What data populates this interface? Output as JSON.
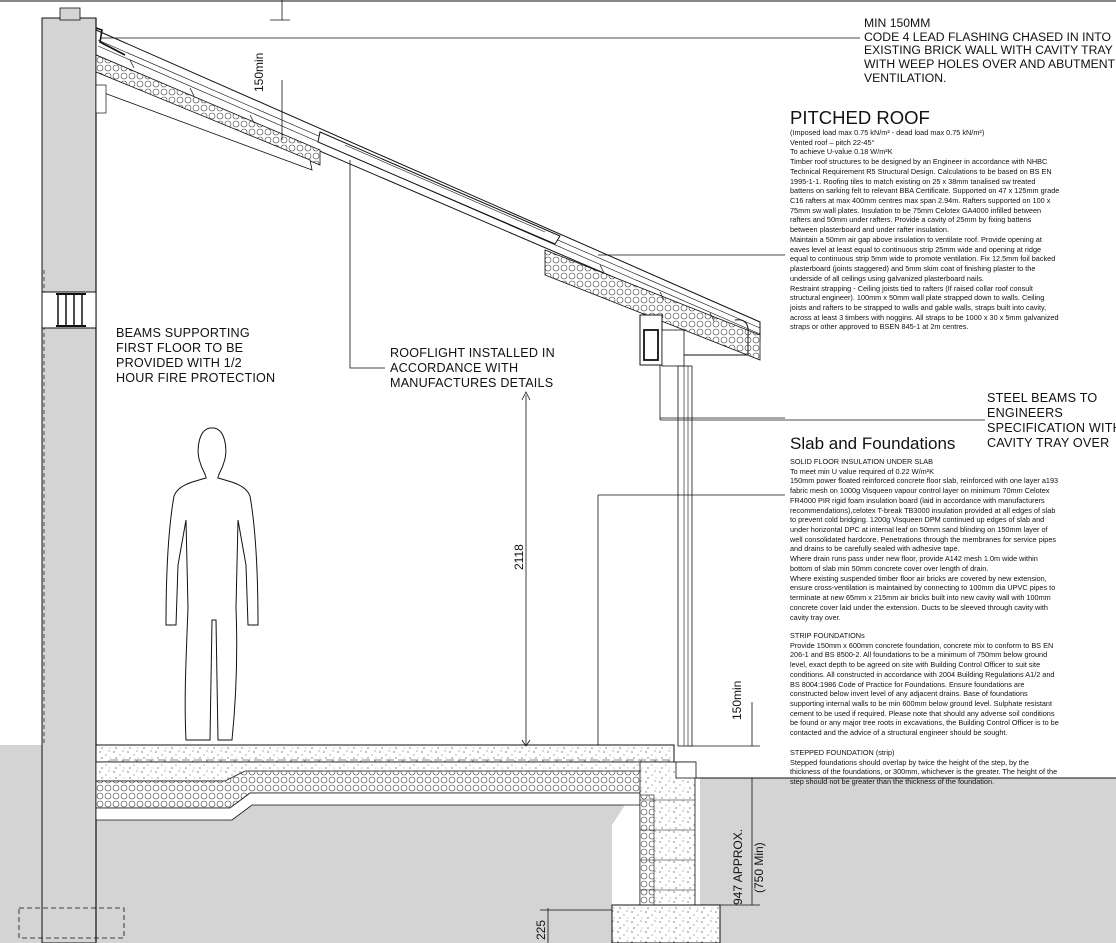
{
  "flashing_note": [
    "MIN 150MM",
    "CODE 4 LEAD FLASHING CHASED IN INTO",
    "EXISTING BRICK WALL WITH CAVITY TRAY",
    "WITH WEEP HOLES OVER AND ABUTMENT",
    "VENTILATION."
  ],
  "pitched_roof": {
    "heading": "PITCHED ROOF",
    "lines": [
      "(Imposed load max 0.75 kN/m² - dead load max 0.75 kN/m²)",
      "Vented roof – pitch 22-45°",
      "To achieve U-value 0.18 W/m²K",
      "Timber roof structures to be designed by an Engineer in accordance with NHBC",
      "Technical Requirement R5 Structural Design. Calculations to be based on BS EN",
      "1995-1-1. Roofing tiles to match existing on 25 x 38mm tanalised sw treated",
      "battens on sarking felt to relevant BBA Certificate. Supported on 47 x 125mm grade",
      "C16 rafters at max 400mm centres max span 2.94m. Rafters supported on 100 x",
      "75mm sw wall plates. Insulation to be 75mm Celotex GA4000 infilled between",
      "rafters and 50mm under rafters. Provide a cavity of 25mm by fixing battens",
      "between plasterboard and under rafter insulation.",
      "Maintain a 50mm air gap above insulation to ventilate roof. Provide opening at",
      "eaves level at least equal to continuous strip 25mm wide and opening at ridge",
      "equal to continuous strip 5mm wide to promote ventilation. Fix 12.5mm foil backed",
      "plasterboard (joints staggered) and 5mm skim coat of finishing plaster to the",
      "underside of all ceilings using galvanized plasterboard nails.",
      "Restraint strapping - Ceiling joists tied to rafters (If raised collar roof consult",
      "structural engineer). 100mm x 50mm wall plate strapped down to walls. Ceiling",
      "joists and rafters to be strapped to walls and gable walls, straps built into cavity,",
      "across at least 3 timbers with noggins. All straps to be 1000 x 30 x 5mm galvanized",
      "straps or other approved to BSEN 845-1 at 2m centres."
    ]
  },
  "beams_note": [
    "BEAMS SUPPORTING",
    "FIRST FLOOR TO BE",
    "PROVIDED WITH 1/2",
    "HOUR FIRE PROTECTION"
  ],
  "rooflight_note": [
    "ROOFLIGHT INSTALLED IN",
    "ACCORDANCE WITH",
    "MANUFACTURES DETAILS"
  ],
  "steel_note": [
    "STEEL BEAMS TO",
    "ENGINEERS",
    "SPECIFICATION WITH",
    "CAVITY TRAY OVER"
  ],
  "slab": {
    "heading": "Slab and Foundations",
    "lines": [
      "SOLID FLOOR INSULATION UNDER SLAB",
      "To meet min U value required of 0.22 W/m²K",
      "150mm power floated reinforced concrete floor slab, reinforced with one layer a193",
      "fabric mesh on 1000g Visqueen vapour control layer on minimum 70mm Celotex",
      "FR4000 PIR rigid foam insulation board (laid in accordance with manufacturers",
      "recommendations),celotex T-break TB3000  insulation provided at all edges of slab",
      "to prevent cold bridging. 1200g Visqueen DPM continued up edges of slab and",
      "under horizontal DPC at internal leaf on 50mm sand blinding on 150mm layer of",
      "well consolidated hardcore. Penetrations through the membranes for service pipes",
      "and drains to be carefully sealed with adhesive tape.",
      "Where drain runs pass under new floor, provide A142 mesh 1.0m wide within",
      "bottom of slab min 50mm concrete cover over length of drain.",
      "Where existing suspended timber floor air bricks are covered by new extension,",
      "ensure cross-ventilation is maintained by connecting to 100mm dia UPVC pipes to",
      "terminate at new 65mm x 215mm air bricks built into new cavity wall with 100mm",
      "concrete cover laid under the extension. Ducts to be sleeved through cavity with",
      "cavity tray over."
    ]
  },
  "strip": {
    "heading": "STRIP FOUNDATIONs",
    "lines": [
      "Provide 150mm x 600mm concrete foundation, concrete mix to conform to BS EN",
      "206-1 and BS 8500-2. All foundations to be a minimum of 750mm below ground",
      "level, exact depth to be agreed on site with Building Control Officer to suit site",
      "conditions. All constructed in accordance with 2004 Building Regulations A1/2 and",
      "BS 8004:1986 Code of Practice for Foundations. Ensure foundations are",
      "constructed below invert level of any adjacent drains. Base of foundations",
      "supporting internal walls to be min 600mm below ground level. Sulphate resistant",
      "cement to be used if required. Please note that should any adverse soil conditions",
      "be found or any major tree roots in excavations, the Building Control Officer is to be",
      "contacted and the advice of a structural engineer should be sought."
    ]
  },
  "stepped": {
    "heading": "STEPPED FOUNDATION (strip)",
    "lines": [
      "Stepped foundations should overlap by twice the height of the step, by the",
      "thickness of the foundations, or 300mm, whichever is the greater. The height of the",
      "step should not be greater than the thickness of the foundation."
    ]
  },
  "dimensions": {
    "roof_flashing": "150min",
    "headroom": "2118",
    "dpc_height": "150min",
    "foundation_depth": "947 APPROX.",
    "foundation_min": "(750 Min)",
    "footing": "225"
  },
  "colors": {
    "line": "#111111",
    "ground_fill": "#d4d4d4",
    "wall_fill": "#ffffff",
    "hatch": "#555555"
  }
}
